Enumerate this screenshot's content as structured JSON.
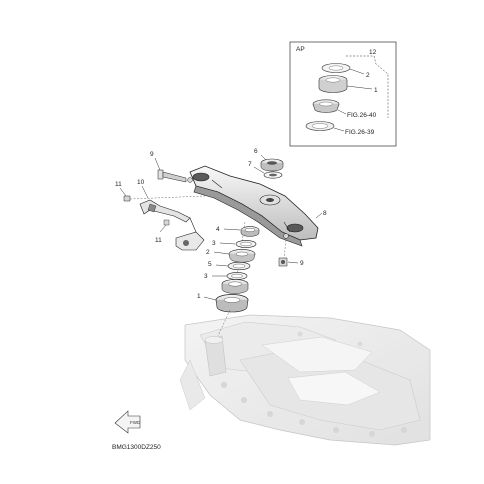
{
  "diagram": {
    "code": "BMG1300DZ250",
    "inset": {
      "title": "AP",
      "labels": [
        "12",
        "2",
        "1",
        "FIG.26-40",
        "FIG.26-39"
      ]
    },
    "callouts": [
      "9",
      "6",
      "7",
      "11",
      "10",
      "8",
      "4",
      "3",
      "2",
      "5",
      "3",
      "11",
      "9",
      "1"
    ],
    "arrow_label": "FWD"
  }
}
